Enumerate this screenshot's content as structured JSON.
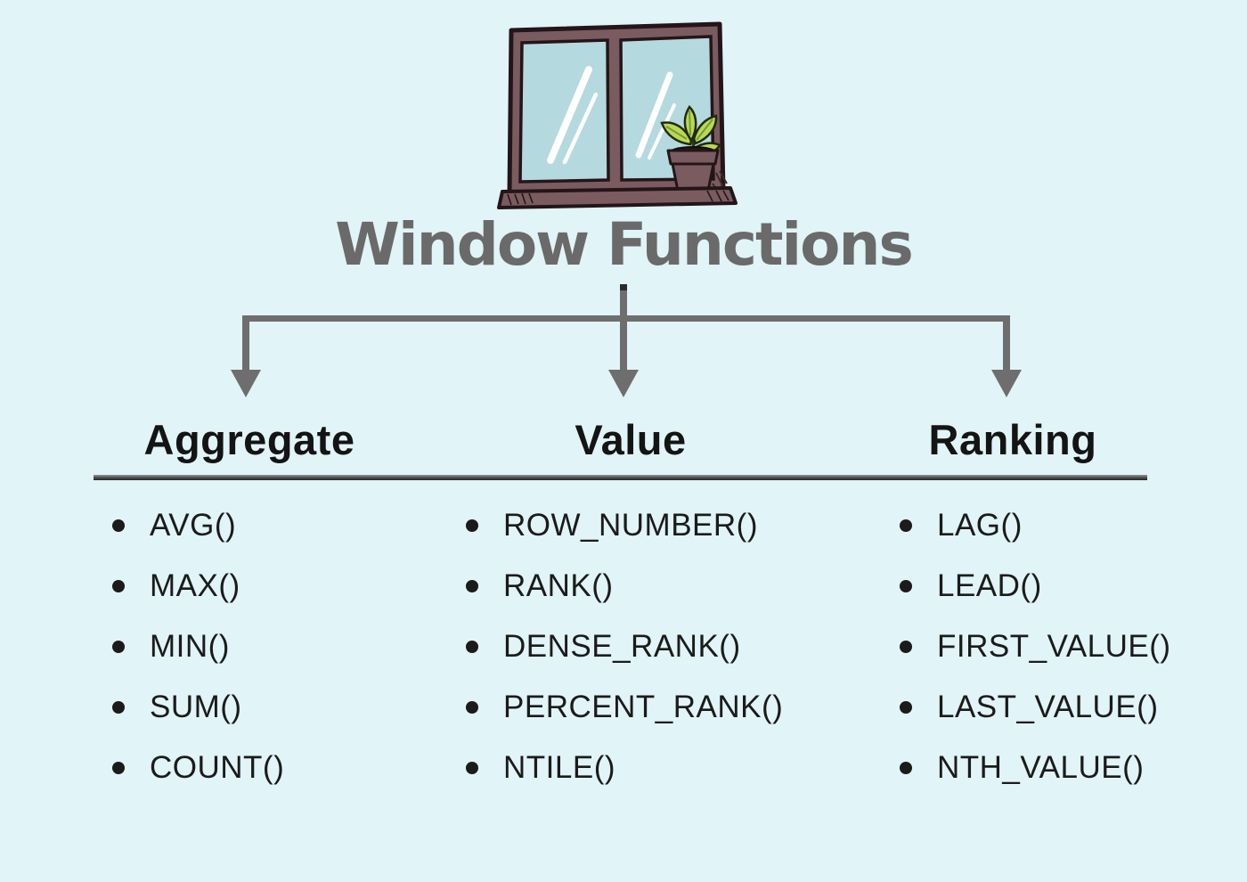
{
  "title": "Window Functions",
  "illustration": {
    "name": "window-with-potted-plant"
  },
  "columns": [
    {
      "label": "Aggregate",
      "items": [
        "AVG()",
        "MAX()",
        "MIN()",
        "SUM()",
        "COUNT()"
      ]
    },
    {
      "label": "Value",
      "items": [
        "ROW_NUMBER()",
        "RANK()",
        "DENSE_RANK()",
        "PERCENT_RANK()",
        "NTILE()"
      ]
    },
    {
      "label": "Ranking",
      "items": [
        "LAG()",
        "LEAD()",
        "FIRST_VALUE()",
        "LAST_VALUE()",
        "NTH_VALUE()"
      ]
    }
  ],
  "colors": {
    "background": "#e1f4f7",
    "title_gray": "#6a6a6a",
    "connector_gray": "#6e6e6e",
    "text_black": "#1b1b1b",
    "window_frame_brown": "#7a5c60",
    "window_glass_blue": "#b4d9de",
    "plant_leaf_green": "#bcd755"
  }
}
